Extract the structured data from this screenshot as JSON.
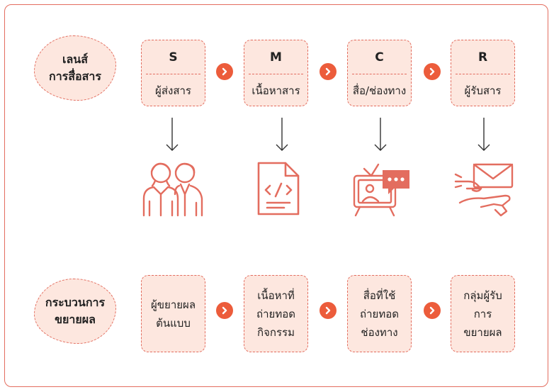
{
  "colors": {
    "accent": "#e36d5f",
    "fill": "#fde7df",
    "chevron": "#ec5c3b",
    "text": "#222222"
  },
  "row1": {
    "label": "เลนส์\nการสื่อสาร",
    "steps": [
      {
        "letter": "S",
        "role": "ผู้ส่งสาร",
        "icon": "people-icon"
      },
      {
        "letter": "M",
        "role": "เนื้อหาสาร",
        "icon": "code-document-icon"
      },
      {
        "letter": "C",
        "role": "สื่อ/ช่องทาง",
        "icon": "tv-chat-icon"
      },
      {
        "letter": "R",
        "role": "ผู้รับสาร",
        "icon": "envelope-hand-icon"
      }
    ]
  },
  "row2": {
    "label": "กระบวนการ\nขยายผล",
    "steps": [
      {
        "text": "ผู้ขยายผล\nต้นแบบ"
      },
      {
        "text": "เนื้อหาที่\nถ่ายทอด\nกิจกรรม"
      },
      {
        "text": "สื่อที่ใช้\nถ่ายทอด\nช่องทาง"
      },
      {
        "text": "กลุ่มผู้รับ\nการ\nขยายผล"
      }
    ]
  }
}
